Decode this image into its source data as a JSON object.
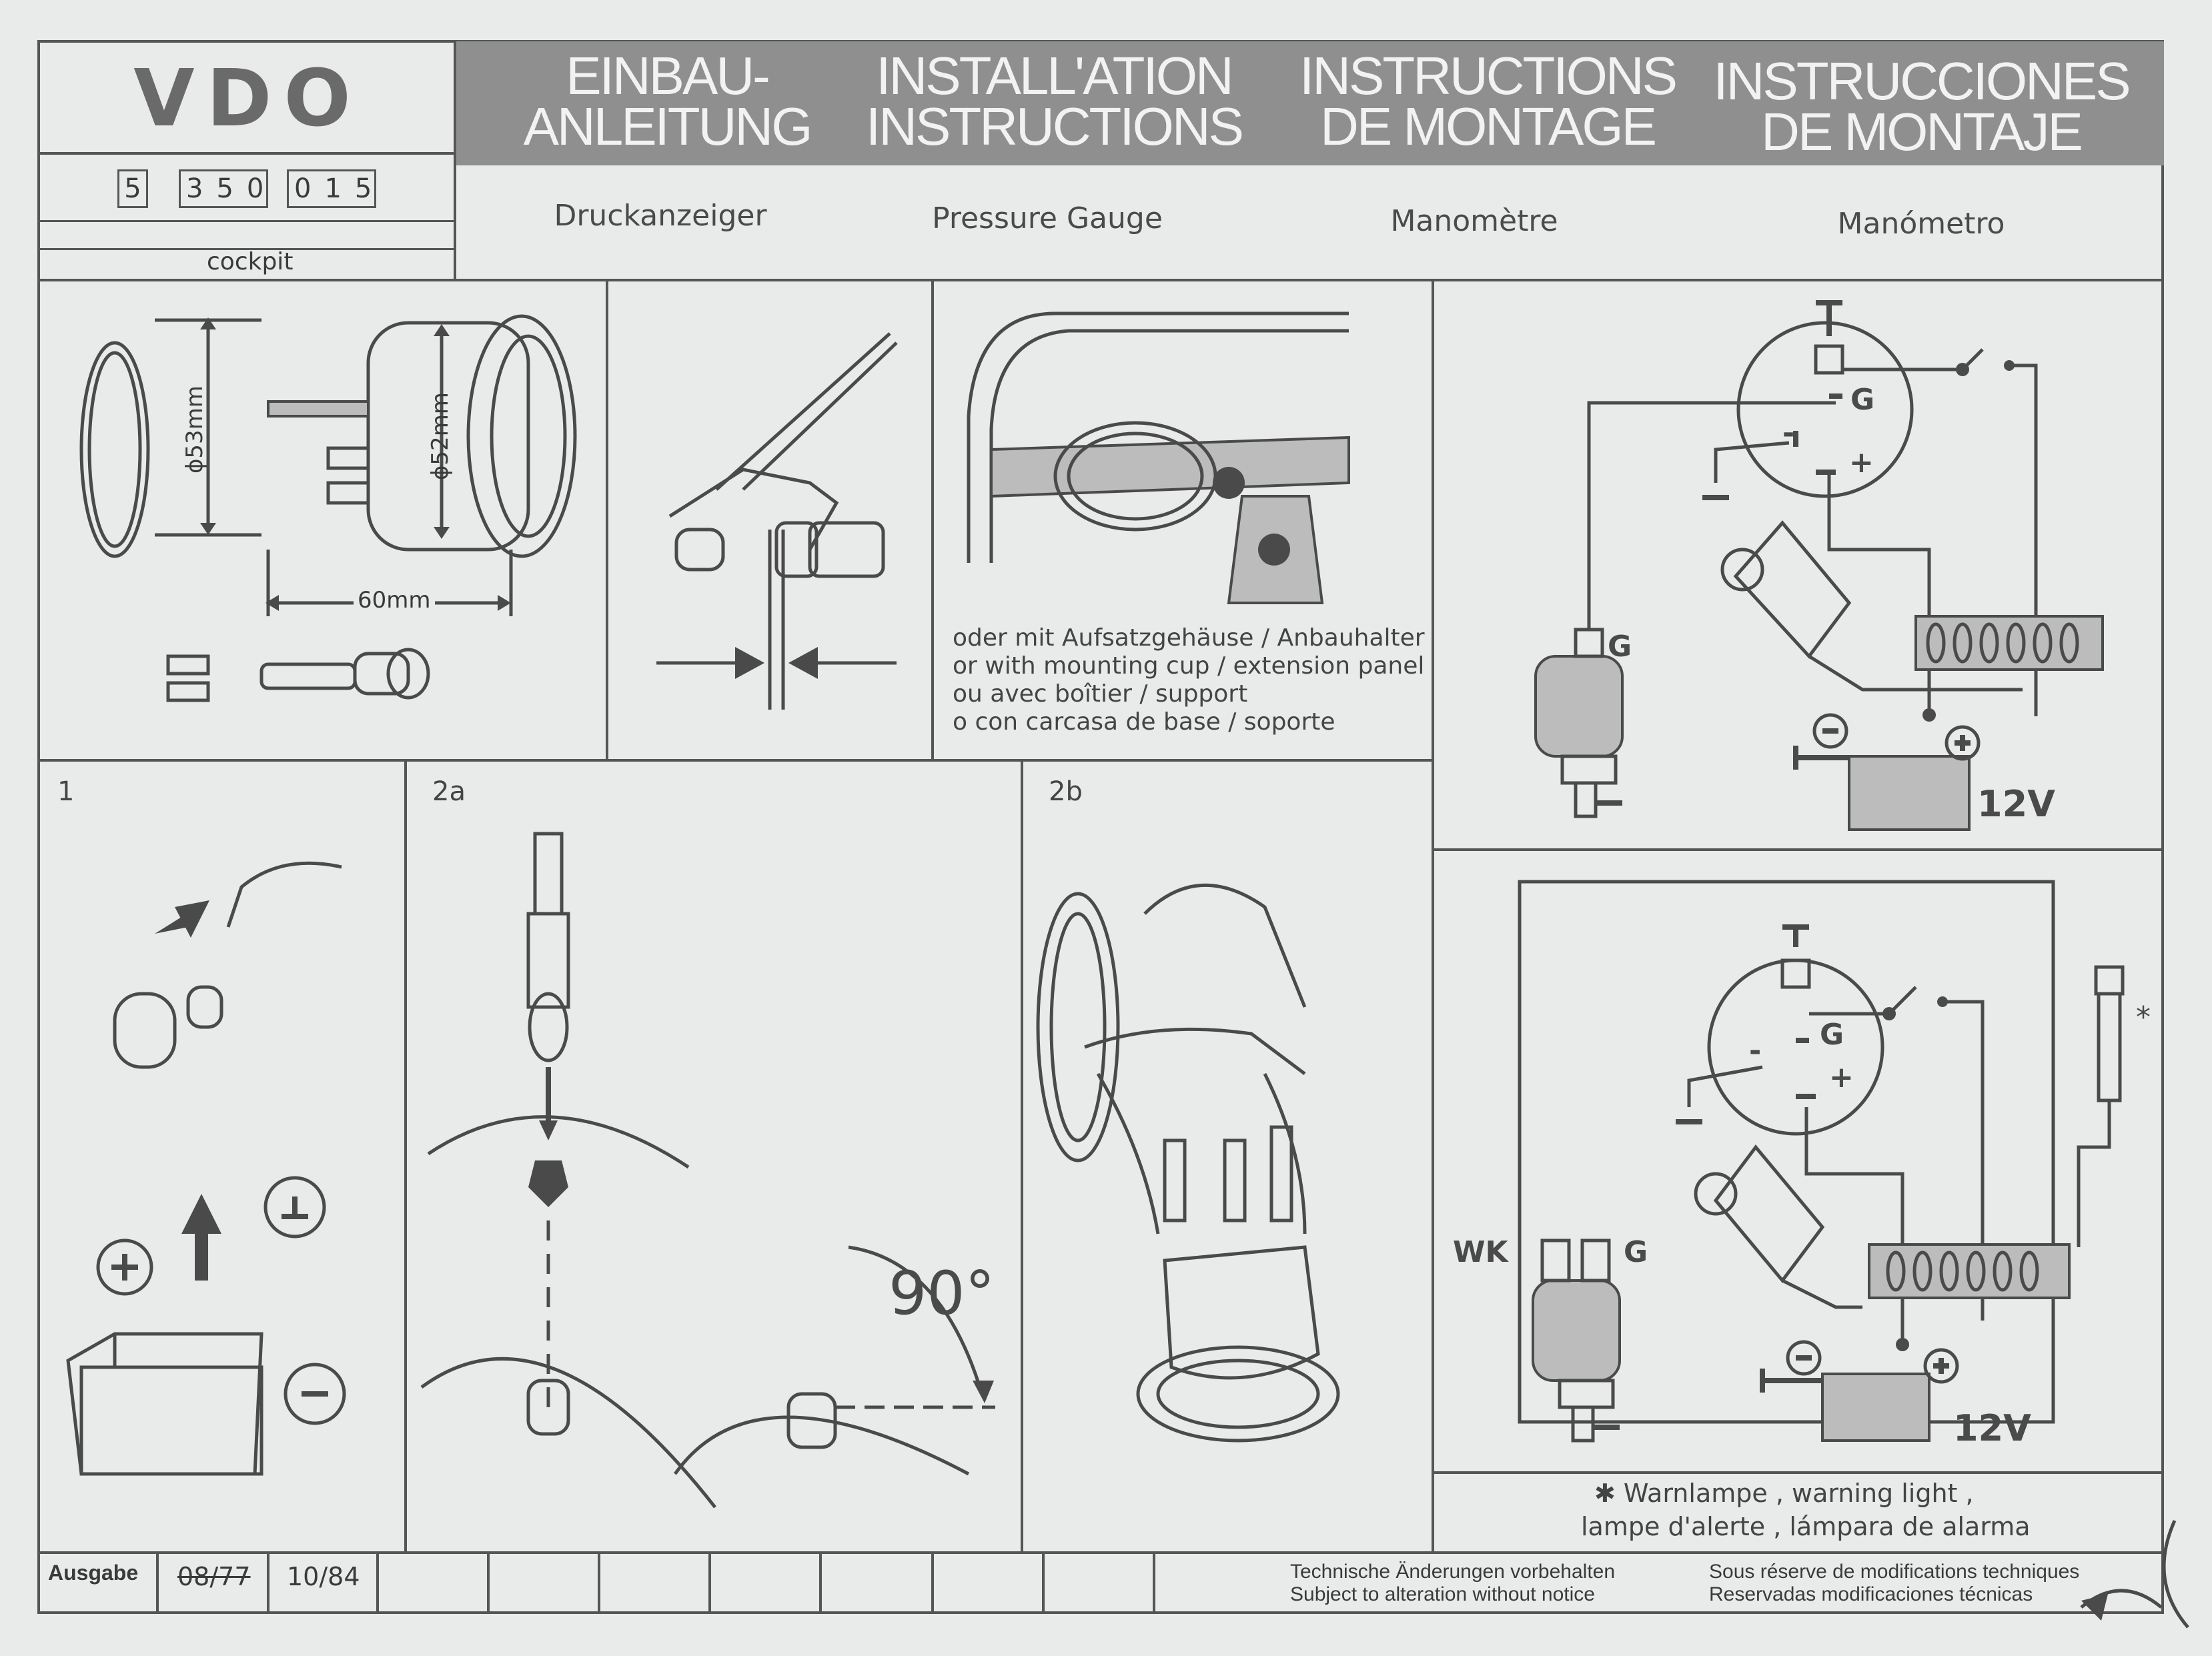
{
  "header": {
    "brand": "VDO",
    "part_number": [
      "5",
      "350",
      "015"
    ],
    "product_line": "cockpit",
    "titles": [
      {
        "line1": "EINBAU-",
        "line2": "ANLEITUNG"
      },
      {
        "line1": "INSTALL'ATION",
        "line2": "INSTRUCTIONS"
      },
      {
        "line1": "INSTRUCTIONS",
        "line2": "DE MONTAGE"
      },
      {
        "line1": "INSTRUCCIONES",
        "line2": "DE MONTAJE"
      }
    ],
    "subtitles": [
      "Druckanzeiger",
      "Pressure Gauge",
      "Manomètre",
      "Manómetro"
    ]
  },
  "panels": {
    "dimensions": {
      "ring_dia": "ϕ53mm",
      "gauge_dia": "ϕ52mm",
      "depth": "60mm"
    },
    "mounting_note": [
      "oder mit Aufsatzgehäuse / Anbauhalter",
      "or with mounting cup / extension panel",
      "ou avec boîtier / support",
      "o con carcasa de base / soporte"
    ],
    "step_labels": [
      "1",
      "2a",
      "2b"
    ],
    "angle": "90°",
    "wiring_top": {
      "sender_label": "G",
      "gauge_label": "G",
      "voltage": "12V"
    },
    "wiring_bottom": {
      "wk_label": "WK",
      "g_label": "G",
      "gauge_label": "G",
      "voltage": "12V",
      "asterisk": "*"
    },
    "warning_note": [
      "✱  Warnlampe , warning light ,",
      "lampe d'alerte , lámpara de alarma"
    ]
  },
  "footer": {
    "edition_label": "Ausgabe",
    "editions": [
      "08/77",
      "10/84"
    ],
    "notice_de_en": [
      "Technische Änderungen vorbehalten",
      "Subject to alteration without notice"
    ],
    "notice_fr_es": [
      "Sous réserve de modifications techniques",
      "Reservadas modificaciones técnicas"
    ]
  }
}
